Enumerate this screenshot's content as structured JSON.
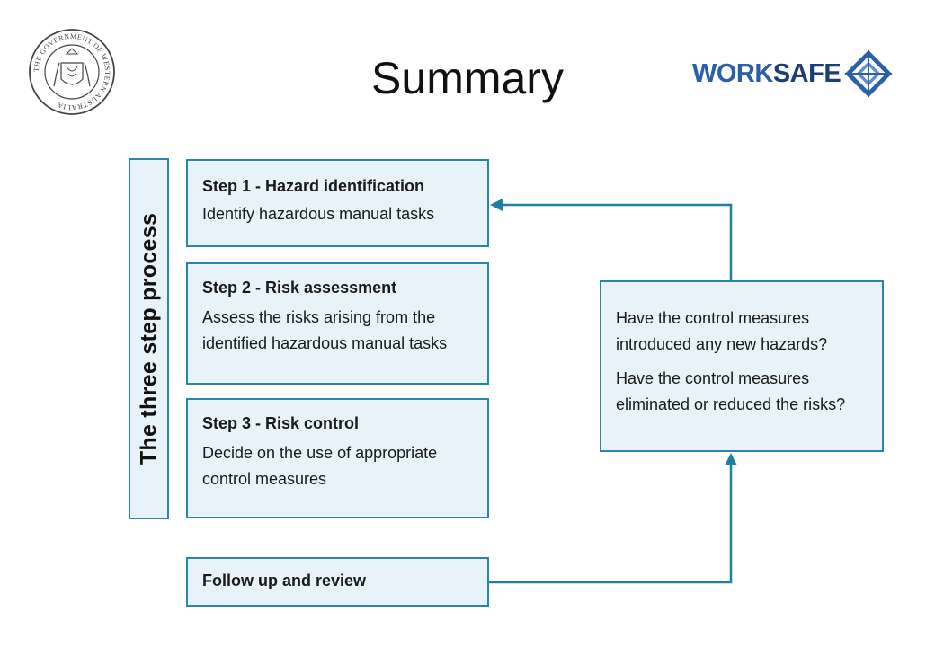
{
  "header": {
    "title": "Summary"
  },
  "logo": {
    "part1": "WORK",
    "part2": "SAFE"
  },
  "seal": {
    "ring_text": "THE GOVERNMENT OF WESTERN AUSTRALIA"
  },
  "process_label": "The three step process",
  "steps": [
    {
      "heading": "Step 1 - Hazard identification",
      "lines": [
        "Identify hazardous manual tasks"
      ]
    },
    {
      "heading": "Step 2 - Risk assessment",
      "lines": [
        "Assess the risks arising from the",
        "identified hazardous manual tasks"
      ]
    },
    {
      "heading": "Step 3 - Risk control",
      "lines": [
        "Decide on the use of appropriate",
        "control measures"
      ]
    }
  ],
  "review": {
    "label": "Follow up and review"
  },
  "questions": [
    {
      "lines": [
        "Have the control measures",
        "introduced any new hazards?"
      ]
    },
    {
      "lines": [
        "Have the control measures",
        "eliminated or reduced the risks?"
      ]
    }
  ],
  "colors": {
    "box_fill": "#e7f3f8",
    "box_border": "#2a85a8",
    "connector": "#1e7ea3",
    "logo_blue": "#2b5fa8"
  }
}
